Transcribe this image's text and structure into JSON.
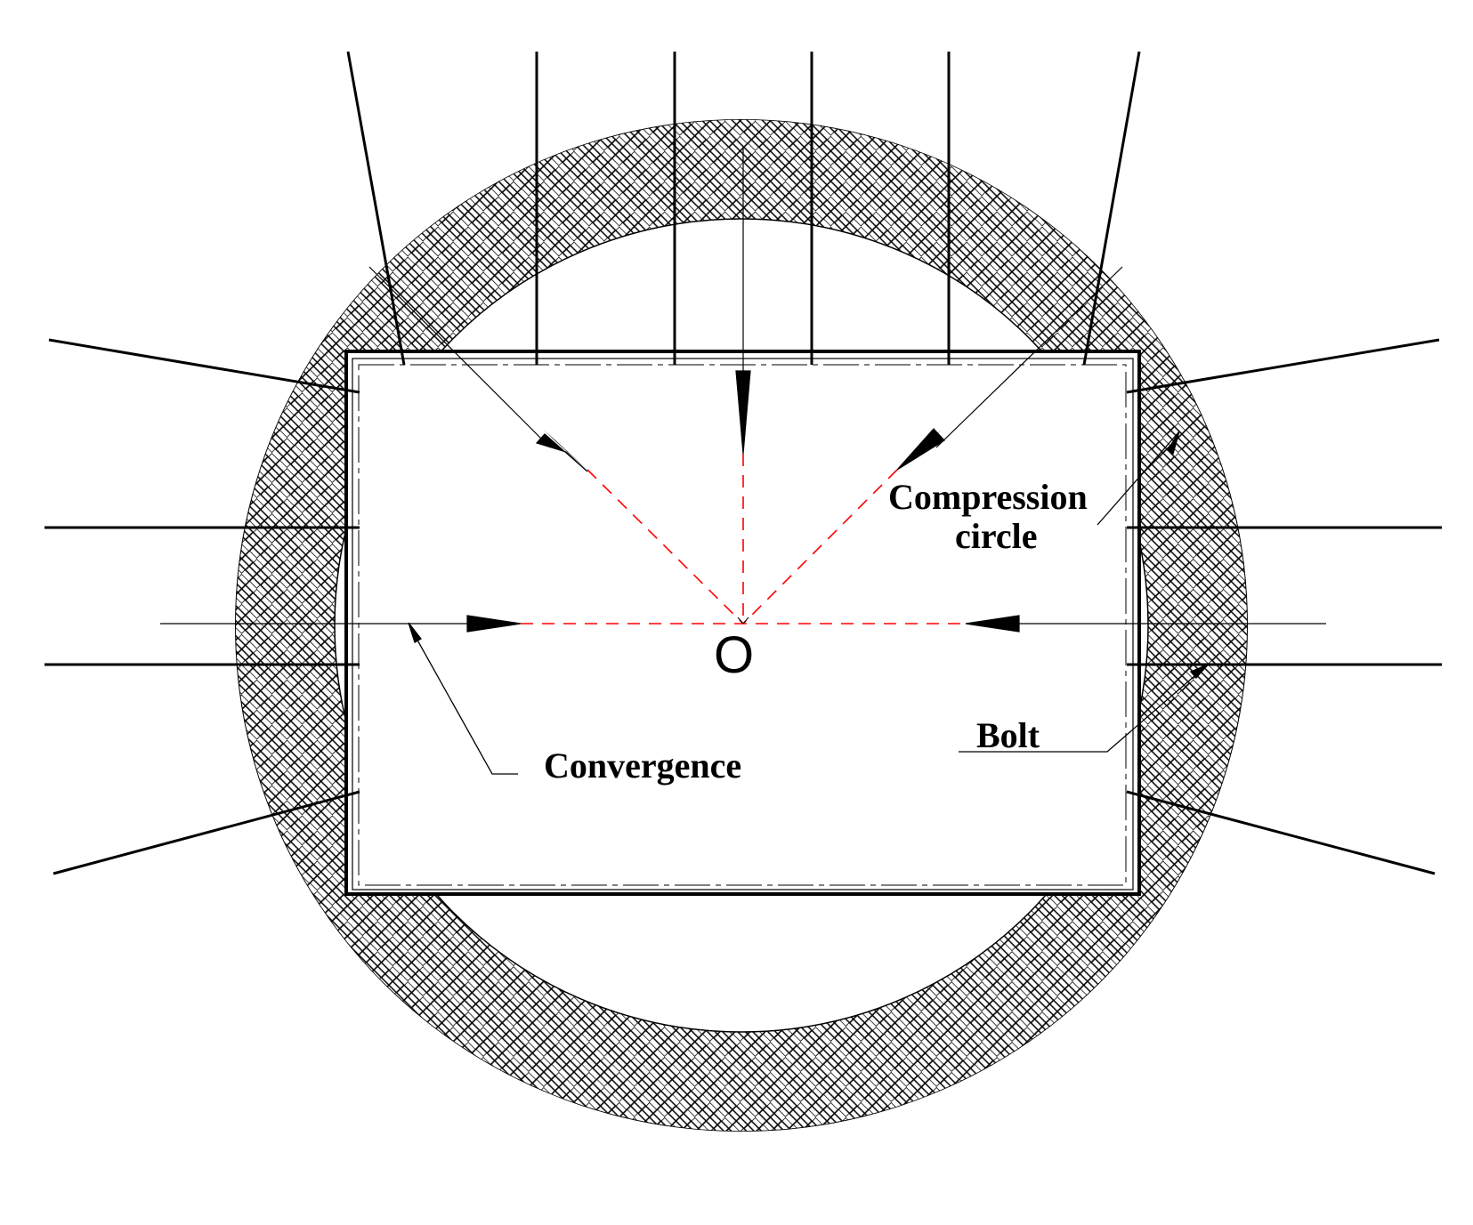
{
  "labels": {
    "compression_line1": "Compression",
    "compression_line2": "circle",
    "center": "O",
    "bolt": "Bolt",
    "convergence": "Convergence"
  },
  "colors": {
    "ink": "#000000",
    "convergence_dash": "#ff0000",
    "background": "#ffffff"
  },
  "ring_fill": "herringbone-brick-hatch"
}
